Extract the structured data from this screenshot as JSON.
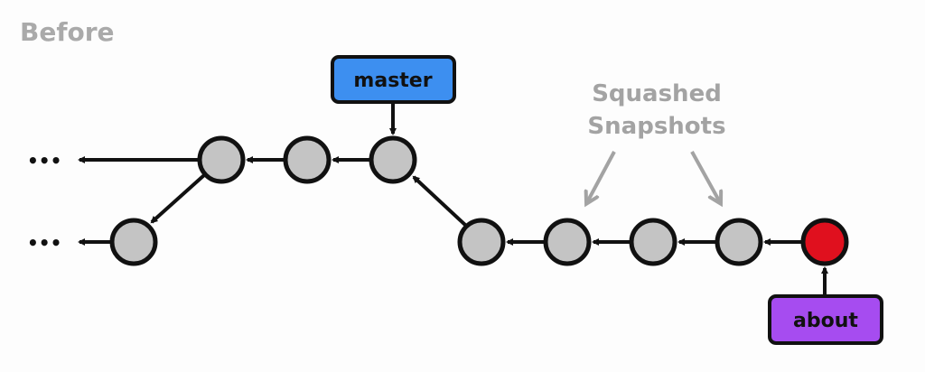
{
  "title": "Before",
  "annotation": {
    "line1": "Squashed",
    "line2": "Snapshots"
  },
  "branches": {
    "master": "master",
    "about": "about"
  },
  "ellipsis": "•••",
  "colors": {
    "master": "#3d8ff0",
    "about": "#a64cf0",
    "head_commit": "#e0101e",
    "commit": "#c4c4c4",
    "annotation": "#a3a3a3"
  }
}
